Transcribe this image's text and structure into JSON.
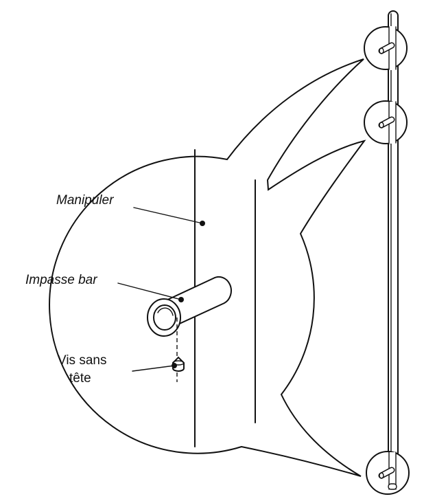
{
  "labels": {
    "manipuler": "Manipuler",
    "impasse_bar": "Impasse bar",
    "vis_sans_line1": "Vis sans",
    "vis_sans_line2": "tête"
  }
}
